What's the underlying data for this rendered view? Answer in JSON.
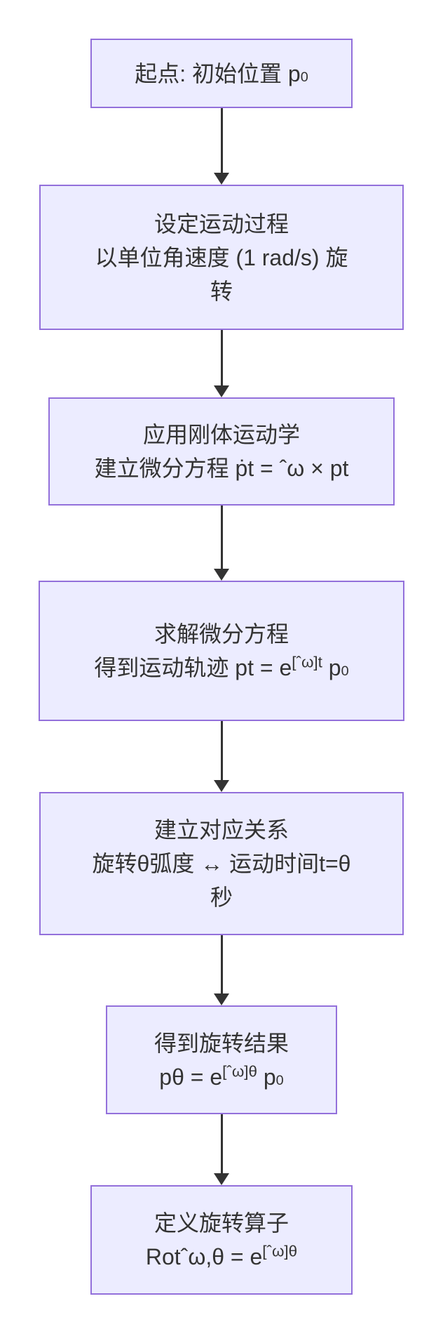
{
  "diagram": {
    "type": "flowchart",
    "direction": "top-down",
    "colors": {
      "background": "#ffffff",
      "node_fill": "#ECECFF",
      "node_border": "#9370DB",
      "arrow": "#333333",
      "text": "#333333"
    },
    "nodes": [
      {
        "id": "start",
        "lines": [
          "起点: 初始位置 p_{0}"
        ]
      },
      {
        "id": "setup-motion",
        "lines": [
          "设定运动过程",
          "以单位角速度 (1 rad/s) 旋",
          "转"
        ]
      },
      {
        "id": "rigid-body-kinematics",
        "lines": [
          "应用刚体运动学",
          "建立微分方程 ṗt = ˆω × pt"
        ]
      },
      {
        "id": "solve-ode",
        "lines": [
          "求解微分方程",
          "得到运动轨迹 pt = e^{[ˆω]t} p_{0}"
        ]
      },
      {
        "id": "correspondence",
        "lines": [
          "建立对应关系",
          "旋转θ弧度 ↔ 运动时间t=θ",
          "秒"
        ]
      },
      {
        "id": "rotation-result",
        "lines": [
          "得到旋转结果",
          "pθ = e^{[ˆω]θ} p_{0}"
        ]
      },
      {
        "id": "rotation-operator",
        "lines": [
          "定义旋转算子",
          "Rotˆω,θ = e^{[ˆω]θ}"
        ]
      }
    ],
    "edges": [
      {
        "from": "start",
        "to": "setup-motion"
      },
      {
        "from": "setup-motion",
        "to": "rigid-body-kinematics"
      },
      {
        "from": "rigid-body-kinematics",
        "to": "solve-ode"
      },
      {
        "from": "solve-ode",
        "to": "correspondence"
      },
      {
        "from": "correspondence",
        "to": "rotation-result"
      },
      {
        "from": "rotation-result",
        "to": "rotation-operator"
      }
    ]
  }
}
